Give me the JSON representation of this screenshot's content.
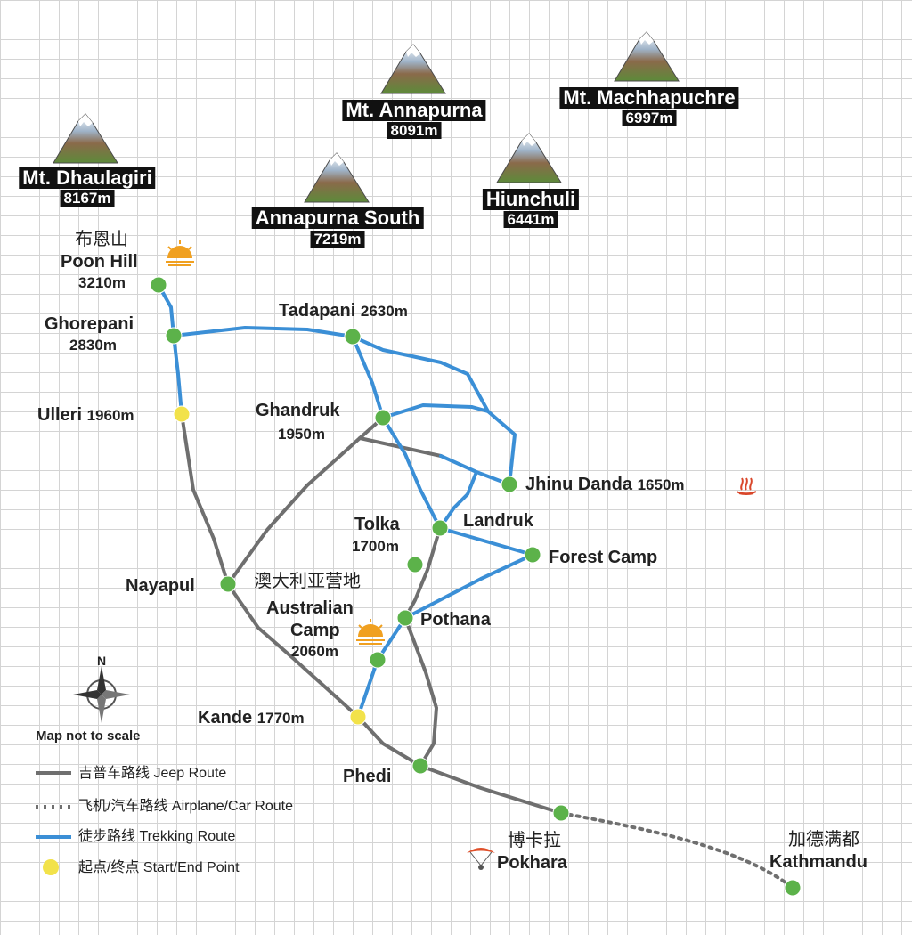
{
  "mountains": [
    {
      "name": "Mt. Dhaulagiri",
      "elevation": "8167m"
    },
    {
      "name": "Mt. Annapurna",
      "elevation": "8091m"
    },
    {
      "name": "Mt. Machhapuchre",
      "elevation": "6997m"
    },
    {
      "name": "Annapurna South",
      "elevation": "7219m"
    },
    {
      "name": "Hiunchuli",
      "elevation": "6441m"
    }
  ],
  "places": {
    "poon_hill": {
      "cn": "布恩山",
      "name": "Poon Hill",
      "elevation": "3210m"
    },
    "ghorepani": {
      "name": "Ghorepani",
      "elevation": "2830m"
    },
    "tadapani": {
      "name": "Tadapani",
      "elevation": "2630m"
    },
    "ulleri": {
      "name": "Ulleri",
      "elevation": "1960m"
    },
    "ghandruk": {
      "name": "Ghandruk",
      "elevation": "1950m"
    },
    "jhinu_danda": {
      "name": "Jhinu Danda",
      "elevation": "1650m"
    },
    "tolka": {
      "name": "Tolka",
      "elevation": "1700m"
    },
    "landruk": {
      "name": "Landruk"
    },
    "forest_camp": {
      "name": "Forest Camp"
    },
    "nayapul": {
      "name": "Nayapul"
    },
    "australian_camp": {
      "cn": "澳大利亚营地",
      "name_line1": "Australian",
      "name_line2": "Camp",
      "elevation": "2060m"
    },
    "pothana": {
      "name": "Pothana"
    },
    "kande": {
      "name": "Kande",
      "elevation": "1770m"
    },
    "phedi": {
      "name": "Phedi"
    },
    "pokhara": {
      "cn": "博卡拉",
      "name": "Pokhara"
    },
    "kathmandu": {
      "cn": "加德满都",
      "name": "Kathmandu"
    }
  },
  "compass": {
    "north": "N"
  },
  "note": "Map not to scale",
  "legend": [
    {
      "label": "吉普车路线 Jeep Route",
      "color": "#6f6f6f",
      "style": "solid"
    },
    {
      "label": "飞机/汽车路线 Airplane/Car Route",
      "color": "#6f6f6f",
      "style": "dotted"
    },
    {
      "label": "徒步路线 Trekking Route",
      "color": "#3b8fd6",
      "style": "solid"
    },
    {
      "label": "起点/终点 Start/End Point",
      "color": "#f2e24a",
      "style": "dot"
    }
  ],
  "colors": {
    "trek": "#3b8fd6",
    "jeep": "#6f6f6f",
    "node": "#5cb24a",
    "start_end": "#f2e24a",
    "sun": "#f0a020",
    "spring": "#d9472b"
  },
  "icons": [
    "mountain-icon",
    "sunrise-icon",
    "hot-spring-icon",
    "compass-icon",
    "paraglider-icon"
  ]
}
